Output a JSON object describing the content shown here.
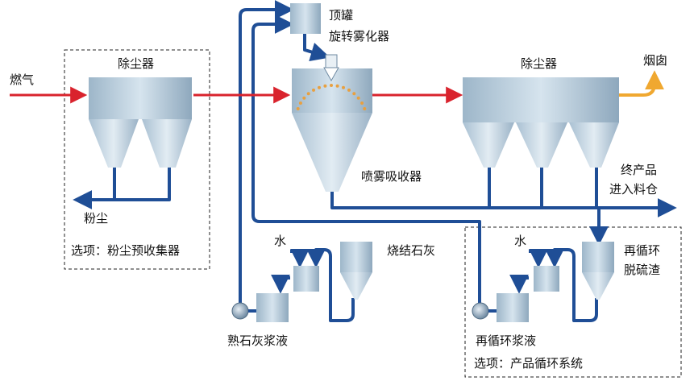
{
  "labels": {
    "flue_gas": "燃气",
    "precollector_title": "除尘器",
    "dust": "粉尘",
    "precollector_option": "选项：粉尘预收集器",
    "top_tank": "顶罐",
    "rotary_atomizer": "旋转雾化器",
    "spray_absorber": "喷雾吸收器",
    "main_collector_title": "除尘器",
    "chimney": "烟囱",
    "final_product_line1": "终产品",
    "final_product_line2": "进入料仓",
    "water_left": "水",
    "sinter_lime": "烧结石灰",
    "slaked_lime_slurry": "熟石灰浆液",
    "water_right": "水",
    "recycle_desulf_line1": "再循环",
    "recycle_desulf_line2": "脱硫渣",
    "recycle_slurry": "再循环浆液",
    "recycle_option": "选项：产品循环系统"
  },
  "colors": {
    "gas_flow": "#d9232d",
    "clean_gas": "#f0a830",
    "liquid_line": "#1f4e96",
    "equipment_fill": "#b9cedc",
    "equipment_dark": "#8fa9bd",
    "spray_dots": "#e8a040"
  }
}
